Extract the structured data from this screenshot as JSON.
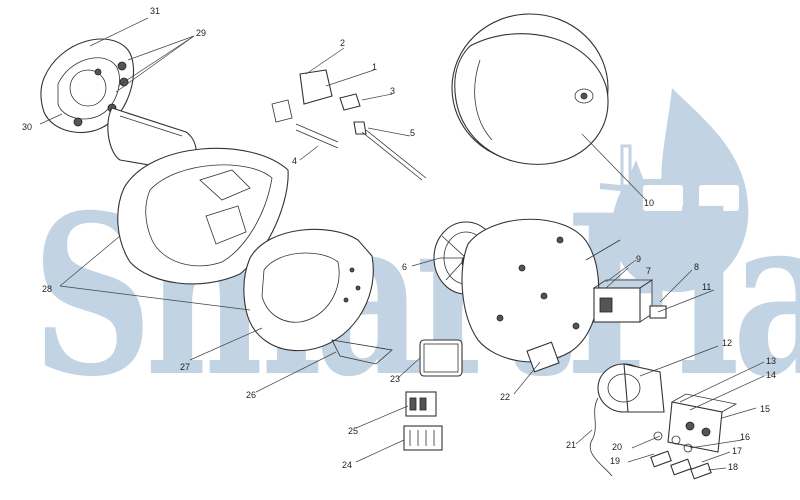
{
  "watermark": {
    "brand_text": "SmartFlam",
    "logo_icon": "flame-with-glasses-icon",
    "color": "#c2d3e3"
  },
  "parts": [
    {
      "number": "1"
    },
    {
      "number": "2"
    },
    {
      "number": "3"
    },
    {
      "number": "4"
    },
    {
      "number": "5"
    },
    {
      "number": "6"
    },
    {
      "number": "7"
    },
    {
      "number": "8"
    },
    {
      "number": "9"
    },
    {
      "number": "10"
    },
    {
      "number": "11"
    },
    {
      "number": "12"
    },
    {
      "number": "13"
    },
    {
      "number": "14"
    },
    {
      "number": "15"
    },
    {
      "number": "16"
    },
    {
      "number": "17"
    },
    {
      "number": "18"
    },
    {
      "number": "19"
    },
    {
      "number": "20"
    },
    {
      "number": "21"
    },
    {
      "number": "22"
    },
    {
      "number": "23"
    },
    {
      "number": "24"
    },
    {
      "number": "25"
    },
    {
      "number": "26"
    },
    {
      "number": "27"
    },
    {
      "number": "28"
    },
    {
      "number": "29"
    },
    {
      "number": "30"
    },
    {
      "number": "31"
    }
  ]
}
